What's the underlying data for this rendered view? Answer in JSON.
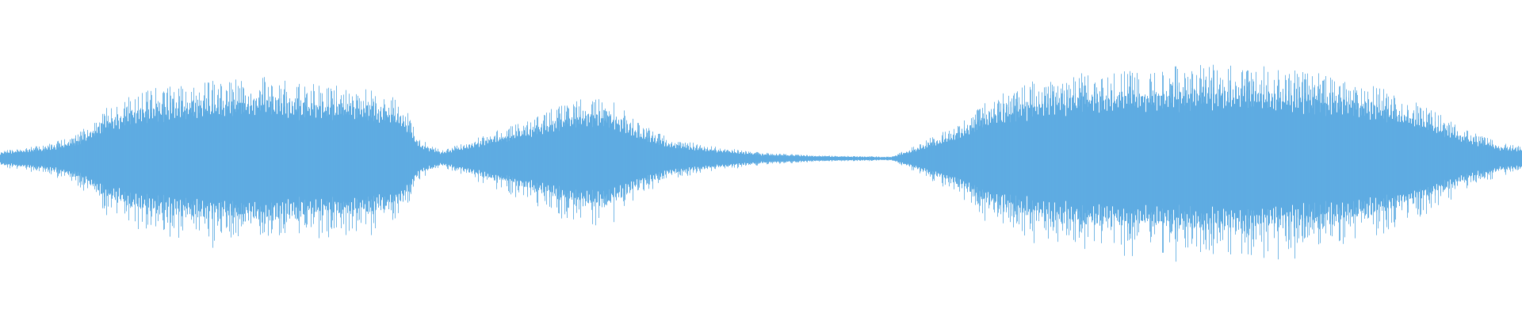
{
  "waveform": {
    "color": "#5EABE2",
    "background": "#FFFFFF",
    "amplitude_envelope": [
      {
        "t": 0.0,
        "amp": 0.04
      },
      {
        "t": 0.03,
        "amp": 0.07
      },
      {
        "t": 0.05,
        "amp": 0.12
      },
      {
        "t": 0.07,
        "amp": 0.26
      },
      {
        "t": 0.09,
        "amp": 0.34
      },
      {
        "t": 0.12,
        "amp": 0.38
      },
      {
        "t": 0.15,
        "amp": 0.4
      },
      {
        "t": 0.175,
        "amp": 0.42
      },
      {
        "t": 0.2,
        "amp": 0.38
      },
      {
        "t": 0.23,
        "amp": 0.37
      },
      {
        "t": 0.255,
        "amp": 0.33
      },
      {
        "t": 0.265,
        "amp": 0.28
      },
      {
        "t": 0.275,
        "amp": 0.1
      },
      {
        "t": 0.29,
        "amp": 0.04
      },
      {
        "t": 0.31,
        "amp": 0.1
      },
      {
        "t": 0.34,
        "amp": 0.18
      },
      {
        "t": 0.365,
        "amp": 0.26
      },
      {
        "t": 0.385,
        "amp": 0.32
      },
      {
        "t": 0.405,
        "amp": 0.28
      },
      {
        "t": 0.42,
        "amp": 0.18
      },
      {
        "t": 0.44,
        "amp": 0.1
      },
      {
        "t": 0.47,
        "amp": 0.06
      },
      {
        "t": 0.5,
        "amp": 0.03
      },
      {
        "t": 0.54,
        "amp": 0.015
      },
      {
        "t": 0.585,
        "amp": 0.01
      },
      {
        "t": 0.6,
        "amp": 0.06
      },
      {
        "t": 0.625,
        "amp": 0.16
      },
      {
        "t": 0.65,
        "amp": 0.3
      },
      {
        "t": 0.68,
        "amp": 0.4
      },
      {
        "t": 0.72,
        "amp": 0.44
      },
      {
        "t": 0.76,
        "amp": 0.46
      },
      {
        "t": 0.8,
        "amp": 0.48
      },
      {
        "t": 0.84,
        "amp": 0.46
      },
      {
        "t": 0.88,
        "amp": 0.42
      },
      {
        "t": 0.91,
        "amp": 0.35
      },
      {
        "t": 0.94,
        "amp": 0.25
      },
      {
        "t": 0.965,
        "amp": 0.14
      },
      {
        "t": 0.985,
        "amp": 0.08
      },
      {
        "t": 1.0,
        "amp": 0.06
      }
    ]
  }
}
